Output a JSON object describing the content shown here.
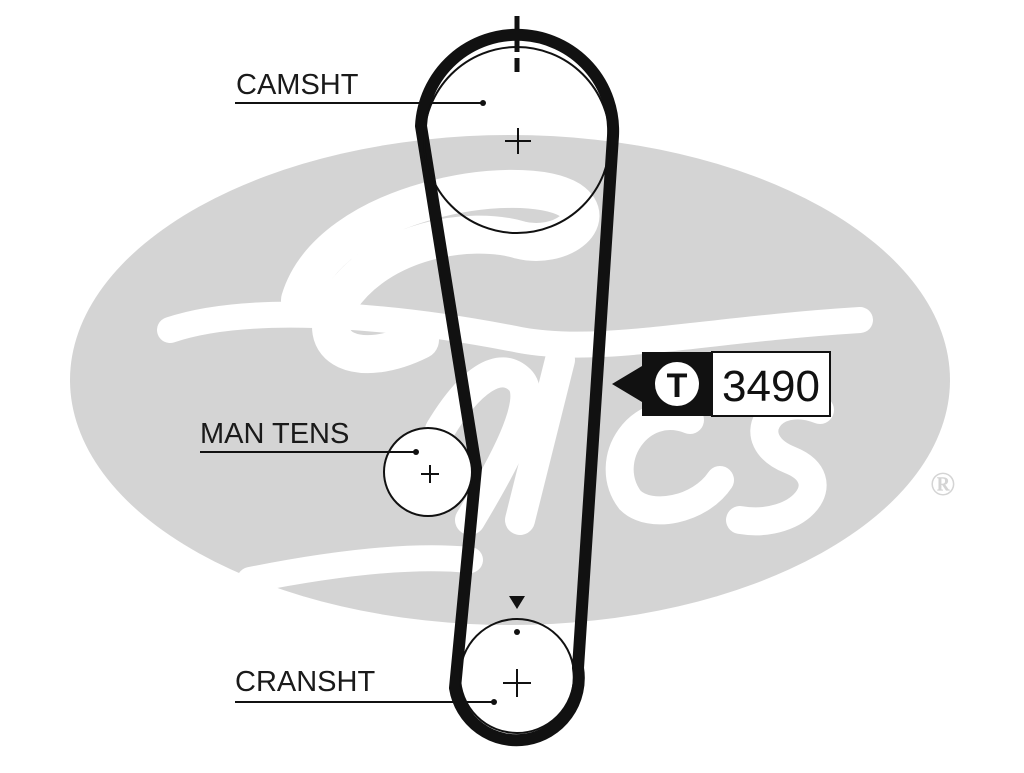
{
  "brand": {
    "logo_text": "Gates",
    "registered_symbol": "®",
    "watermark_color": "#d4d4d4"
  },
  "labels": {
    "camshaft": "CAMSHT",
    "tensioner": "MAN TENS",
    "crankshaft": "CRANSHT"
  },
  "belt": {
    "part_number": "3490",
    "badge_letter": "T",
    "color": "#111111"
  }
}
